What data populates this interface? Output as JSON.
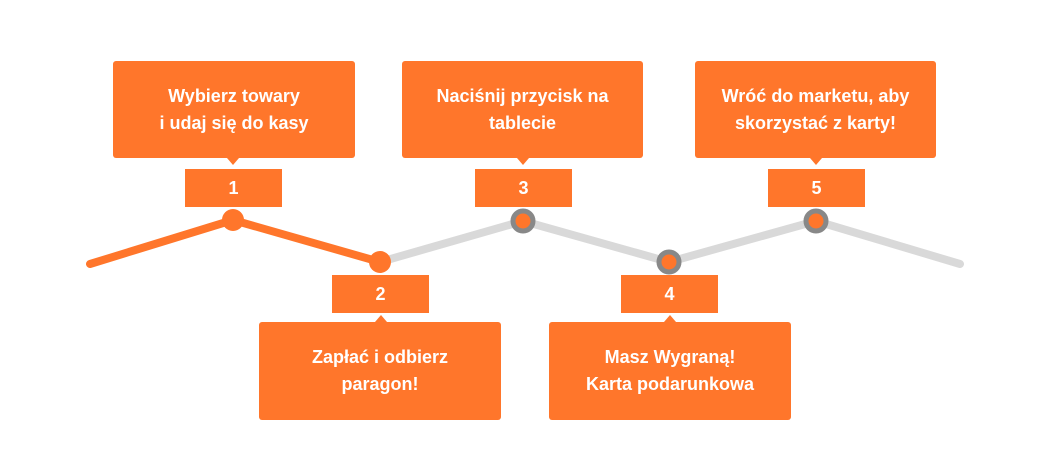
{
  "steps": [
    {
      "number": "1",
      "text": "Wybierz towary\ni udaj się do kasy",
      "done": true
    },
    {
      "number": "2",
      "text": "Zapłać i odbierz\nparagon!",
      "done": true
    },
    {
      "number": "3",
      "text": "Naciśnij przycisk na\ntablecie",
      "done": false
    },
    {
      "number": "4",
      "text": "Masz Wygraną!\nKarta podarunkowa",
      "done": false
    },
    {
      "number": "5",
      "text": "Wróć do marketu, aby\nskorzystać z karty!",
      "done": false
    }
  ],
  "colors": {
    "accent": "#FF762B",
    "pending_line": "#D9D9D9",
    "pending_ring": "#888888"
  }
}
